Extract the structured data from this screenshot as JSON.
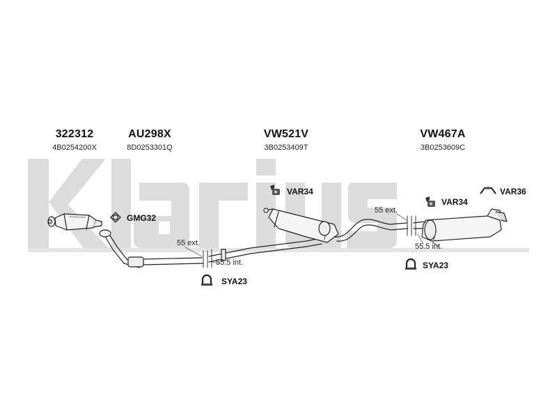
{
  "brand": {
    "watermark_text": "Klarius",
    "color": "#d8d8d8"
  },
  "parts": [
    {
      "code": "322312",
      "oem": "4B0254200X"
    },
    {
      "code": "AU298X",
      "oem": "8D0253301Q"
    },
    {
      "code": "VW521V",
      "oem": "3B0253409T"
    },
    {
      "code": "VW467A",
      "oem": "3B0253609C"
    }
  ],
  "accessories": {
    "gmg32": "GMG32",
    "var34_mid": "VAR34",
    "var34_rear": "VAR34",
    "var36": "VAR36",
    "sya23_mid": "SYA23",
    "sya23_rear": "SYA23"
  },
  "dimensions": {
    "ext_mid": "55 ext.",
    "int_mid": "55.5 int.",
    "ext_rear": "55 ext.",
    "int_rear": "55.5 int."
  },
  "icons": {
    "gasket": "gasket-icon",
    "rubber_mount": "rubber-mount-icon",
    "hanger": "hanger-icon",
    "clamp": "clamp-icon"
  }
}
